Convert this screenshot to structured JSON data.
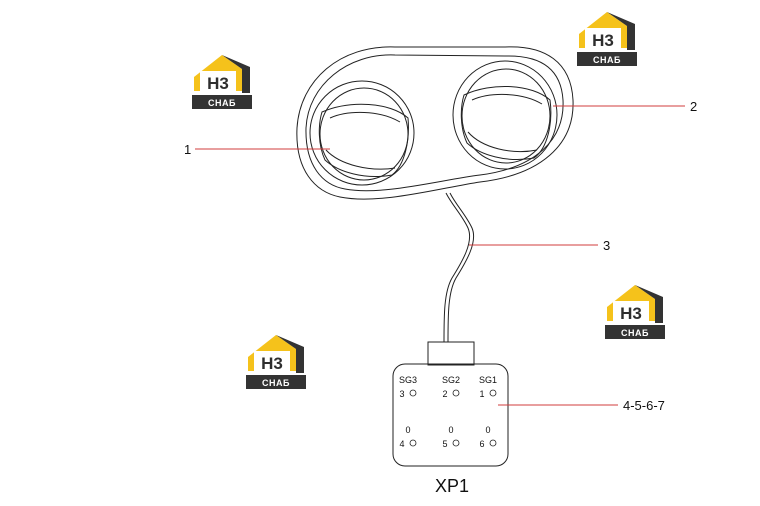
{
  "callouts": {
    "c1": "1",
    "c2": "2",
    "c3": "3",
    "c4": "4-5-6-7"
  },
  "connector": {
    "title": "XP1",
    "pins_top": [
      {
        "signal": "SG3",
        "number": "3"
      },
      {
        "signal": "SG2",
        "number": "2"
      },
      {
        "signal": "SG1",
        "number": "1"
      }
    ],
    "pins_bottom": [
      {
        "signal": "0",
        "number": "4"
      },
      {
        "signal": "0",
        "number": "5"
      },
      {
        "signal": "0",
        "number": "6"
      }
    ]
  },
  "watermark": {
    "logo_letters": "H3",
    "logo_word": "СНАБ",
    "brand_color": "#f5c21b",
    "dark_color": "#333333"
  },
  "colors": {
    "leader_line": "#d23c3c",
    "outline": "#222222"
  }
}
